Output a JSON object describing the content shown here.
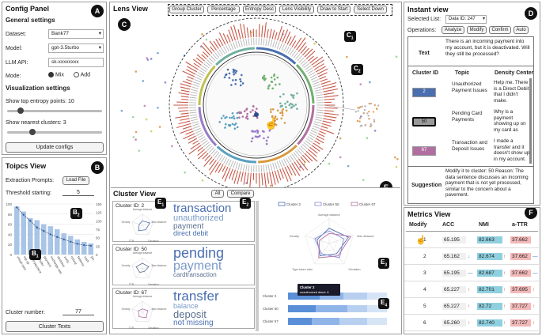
{
  "config": {
    "title": "Config Panel",
    "badge": "A",
    "general_title": "General settings",
    "dataset_label": "Dataset:",
    "dataset_value": "Bank77",
    "model_label": "Model:",
    "model_value": "gpt-3.5turbo",
    "api_label": "LLM API:",
    "api_value": "sk-xxxxxxxx",
    "mode_label": "Mode:",
    "mode_mix": "Mix",
    "mode_add": "Add",
    "vis_title": "Visualization settings",
    "entropy_label": "Show top entropy points: 10",
    "entropy_level": 0.12,
    "clusters_label": "Show nearest clusters: 3",
    "clusters_level": 0.25,
    "update_button": "Update configs"
  },
  "topics": {
    "title": "Toipcs View",
    "badge": "B",
    "extraction_label": "Extraction Prompts:",
    "load_button": "Load File",
    "threshold_label": "Threshold starting:",
    "threshold_value": "5",
    "cluster_number_label": "Cluster number:",
    "cluster_number_value": "77",
    "cluster_texts_button": "Cluster Texts",
    "callout_b1": "B",
    "callout_b1_sub": "1",
    "callout_b2": "B",
    "callout_b2_sub": "2",
    "y_ticks": [
      "100",
      "80",
      "60",
      "40",
      "20",
      "0"
    ],
    "y2_ticks": [
      "150",
      "125",
      "100",
      "75",
      "50",
      "25",
      "0"
    ]
  },
  "chart_data": {
    "type": "bar",
    "categories": [
      "virtual card",
      "top up",
      "card payment",
      "transfer",
      "payment",
      "exchange rate",
      "declined",
      "verify",
      "refund",
      "balance",
      "cash",
      "pin"
    ],
    "values": [
      95,
      85,
      72,
      68,
      60,
      56,
      50,
      42,
      37,
      30,
      25,
      22
    ],
    "line_values": [
      140,
      118,
      100,
      80,
      70,
      60,
      52,
      45,
      38,
      32,
      28,
      26
    ],
    "ylim": [
      0,
      100
    ],
    "y2lim": [
      0,
      150
    ]
  },
  "lens": {
    "title": "Lens View",
    "badge": "C",
    "buttons": [
      "Group Cluster",
      "Percentage",
      "Entropy Desc",
      "Lens Visibility",
      "Draw to Start",
      "Select Down"
    ],
    "callout_c1": "C",
    "callout_c1_sub": "1",
    "callout_c2": "C",
    "callout_c2_sub": "2",
    "badge_e": "E"
  },
  "cluster_view": {
    "title": "Cluster View",
    "all_button": "All",
    "compare_button": "Compare",
    "callout_e1": "E",
    "callout_e1_sub": "1",
    "callout_e2": "E",
    "callout_e2_sub": "2",
    "callout_e3": "E",
    "callout_e3_sub": "3",
    "callout_e4": "E",
    "callout_e4_sub": "4",
    "clusters": [
      {
        "label": "Cluster ID: 2",
        "words": [
          "transaction",
          "unauthorized",
          "payment",
          "direct debit"
        ],
        "color": "#4a6fb0"
      },
      {
        "label": "Cluster ID: 50",
        "words": [
          "pending",
          "payment",
          "cardtransaction"
        ],
        "color": "#5a6f8f"
      },
      {
        "label": "Cluster ID: 67",
        "words": [
          "transfer",
          "balance",
          "deposit",
          "not missing"
        ],
        "color": "#b06fa0"
      }
    ],
    "radar_axes": [
      "Average distance",
      "Max distance",
      "Deviation",
      "TTR",
      "Density"
    ],
    "compare_legend": [
      "Cluster 2",
      "Cluster 50",
      "Cluster 67"
    ],
    "compare_axes": [
      "Average distance",
      "Max distance",
      "Deviation",
      "Type token ratio",
      "Density"
    ],
    "bar_labels": [
      "Cluster 2",
      "Cluster 50",
      "Cluster 67"
    ],
    "tooltip_title": "Cluster 2",
    "tooltip_text": "unauthorized direct: 8"
  },
  "instant": {
    "title": "Instant view",
    "badge": "D",
    "selected_label": "Selected List:",
    "selected_value": "Data ID: 247",
    "operations_label": "Operations:",
    "ops": [
      "Analyze",
      "Modify",
      "Confirm",
      "Auto"
    ],
    "text_header": "Text",
    "text_value": "There is an incoming payment into my account, but it is deactivated. Will they still be processed?",
    "col_cluster": "Cluster ID",
    "col_topic": "Topic",
    "col_density": "Density Center",
    "rows": [
      {
        "id": "2",
        "topic": "Unauthorized Payment Issues",
        "density": "Help me. There is a Direct Debit that I didn't make.",
        "color": "#4a6fb0"
      },
      {
        "id": "50",
        "topic": "Pending Card Payments",
        "density": "Why is a payment showing up on my card as",
        "color": "#777777"
      },
      {
        "id": "67",
        "topic": "Transaction and Deposit Issues",
        "density": "I made a transfer and it doesn't show up in my account.",
        "color": "#b06fa0"
      }
    ],
    "suggestion_header": "Suggestion",
    "suggestion_text": "Modify it to cluster: 50 Reason: The data sentence discusses an incoming payment that is not yet processed, similar to the concern about a pavement."
  },
  "metrics": {
    "title": "Metrics View",
    "badge": "F",
    "headers": [
      "Modify",
      "ACC",
      "NMI",
      "a-TTR"
    ],
    "rows": [
      {
        "n": "1",
        "acc": "65.195",
        "acc_mark": "",
        "nmi": "82.663",
        "nmi_mark": "",
        "ttr": "37.662",
        "ttr_mark": ""
      },
      {
        "n": "2",
        "acc": "65.162",
        "acc_mark": "↓",
        "nmi": "82.674",
        "nmi_mark": "↑",
        "ttr": "37.662",
        "ttr_mark": "—"
      },
      {
        "n": "3",
        "acc": "65.195",
        "acc_mark": "—",
        "nmi": "82.687",
        "nmi_mark": "↑",
        "ttr": "37.662",
        "ttr_mark": "—"
      },
      {
        "n": "4",
        "acc": "65.227",
        "acc_mark": "↑",
        "nmi": "82.701",
        "nmi_mark": "↑",
        "ttr": "37.695",
        "ttr_mark": "↑"
      },
      {
        "n": "5",
        "acc": "65.227",
        "acc_mark": "↑",
        "nmi": "82.72",
        "nmi_mark": "↑",
        "ttr": "37.727",
        "ttr_mark": "↑"
      },
      {
        "n": "6",
        "acc": "65.260",
        "acc_mark": "↑",
        "nmi": "82.740",
        "nmi_mark": "↑",
        "ttr": "37.727",
        "ttr_mark": "↑"
      }
    ]
  }
}
